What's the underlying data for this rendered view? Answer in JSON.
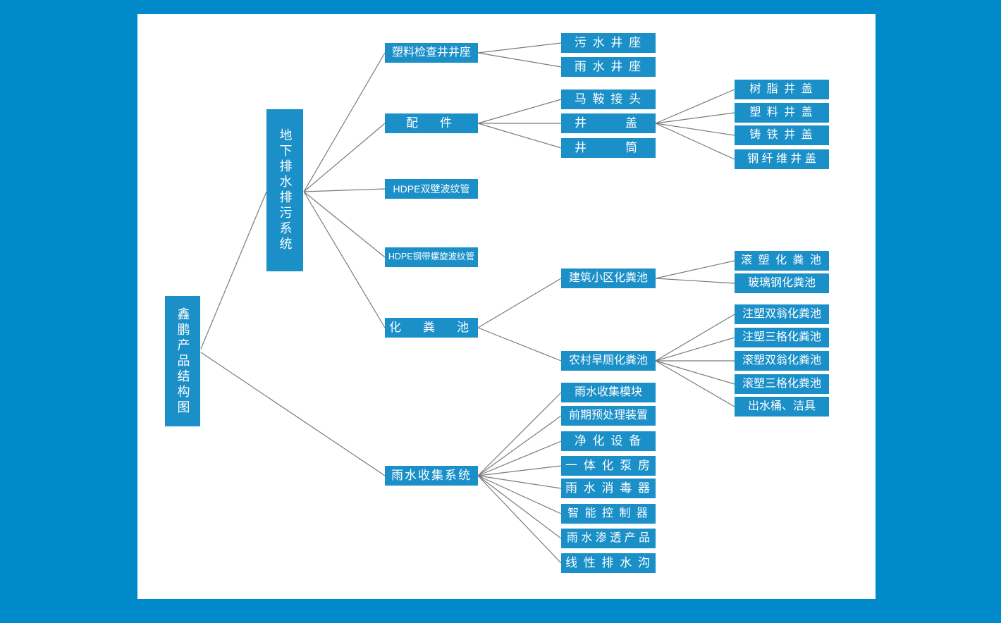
{
  "theme": {
    "page_background": "#008ac9",
    "panel_background": "#ffffff",
    "node_fill": "#1a8fc8",
    "node_text": "#ffffff",
    "connector": "#7a7a7a"
  },
  "diagram": {
    "type": "tree",
    "title": "鑫鹏产品结构图",
    "root": {
      "id": "root",
      "label": "鑫鹏产品结构图",
      "orientation": "vertical"
    },
    "level1": [
      {
        "id": "l1-drainage",
        "label": "地下排水排污系统",
        "orientation": "vertical"
      },
      {
        "id": "l1-rainwater",
        "label": "雨水收集系统",
        "orientation": "horizontal"
      }
    ],
    "level2": [
      {
        "id": "l2-inspection-well",
        "label": "塑料检查井井座",
        "parent": "l1-drainage"
      },
      {
        "id": "l2-fittings",
        "label": "配　件",
        "parent": "l1-drainage"
      },
      {
        "id": "l2-hdpe-double",
        "label": "HDPE双壁波纹管",
        "parent": "l1-drainage"
      },
      {
        "id": "l2-hdpe-steel",
        "label": "HDPE钢带螺旋波纹管",
        "parent": "l1-drainage"
      },
      {
        "id": "l2-septic",
        "label": "化　粪　池",
        "parent": "l1-drainage"
      }
    ],
    "level3": [
      {
        "id": "l3-sewage-base",
        "label": "污 水 井 座",
        "parent": "l2-inspection-well"
      },
      {
        "id": "l3-rain-base",
        "label": "雨 水 井 座",
        "parent": "l2-inspection-well"
      },
      {
        "id": "l3-saddle",
        "label": "马 鞍 接 头",
        "parent": "l2-fittings"
      },
      {
        "id": "l3-cover",
        "label": "井　　盖",
        "parent": "l2-fittings"
      },
      {
        "id": "l3-shaft",
        "label": "井　　筒",
        "parent": "l2-fittings"
      },
      {
        "id": "l3-community-septic",
        "label": "建筑小区化粪池",
        "parent": "l2-septic"
      },
      {
        "id": "l3-rural-septic",
        "label": "农村旱厕化粪池",
        "parent": "l2-septic"
      }
    ],
    "level4": [
      {
        "id": "l4-resin-cover",
        "label": "树 脂 井 盖",
        "parent": "l3-cover"
      },
      {
        "id": "l4-plastic-cover",
        "label": "塑 料 井 盖",
        "parent": "l3-cover"
      },
      {
        "id": "l4-cast-iron-cover",
        "label": "铸 铁 井 盖",
        "parent": "l3-cover"
      },
      {
        "id": "l4-steel-fiber-cover",
        "label": "钢 纤 维 井 盖",
        "parent": "l3-cover"
      },
      {
        "id": "l4-rotomolded-septic",
        "label": "滚 塑 化 粪 池",
        "parent": "l3-community-septic"
      },
      {
        "id": "l4-frp-septic",
        "label": "玻璃钢化粪池",
        "parent": "l3-community-septic"
      },
      {
        "id": "l4-inj-double-septic",
        "label": "注塑双翁化粪池",
        "parent": "l3-rural-septic"
      },
      {
        "id": "l4-inj-triple-septic",
        "label": "注塑三格化粪池",
        "parent": "l3-rural-septic"
      },
      {
        "id": "l4-roto-double-septic",
        "label": "滚塑双翁化粪池",
        "parent": "l3-rural-septic"
      },
      {
        "id": "l4-roto-triple-septic",
        "label": "滚塑三格化粪池",
        "parent": "l3-rural-septic"
      },
      {
        "id": "l4-outlet-sanitary",
        "label": "出水桶、洁具",
        "parent": "l3-rural-septic"
      }
    ],
    "rainwater_children": [
      {
        "id": "rw-collect-module",
        "label": "雨水收集模块",
        "parent": "l1-rainwater"
      },
      {
        "id": "rw-pretreatment",
        "label": "前期预处理装置",
        "parent": "l1-rainwater"
      },
      {
        "id": "rw-purification",
        "label": "净 化 设 备",
        "parent": "l1-rainwater"
      },
      {
        "id": "rw-pump-house",
        "label": "一 体 化 泵 房",
        "parent": "l1-rainwater"
      },
      {
        "id": "rw-disinfector",
        "label": "雨 水 消 毒 器",
        "parent": "l1-rainwater"
      },
      {
        "id": "rw-controller",
        "label": "智 能 控 制 器",
        "parent": "l1-rainwater"
      },
      {
        "id": "rw-permeable",
        "label": "雨 水 渗 透 产 品",
        "parent": "l1-rainwater"
      },
      {
        "id": "rw-linear-drain",
        "label": "线 性 排 水 沟",
        "parent": "l1-rainwater"
      }
    ]
  }
}
